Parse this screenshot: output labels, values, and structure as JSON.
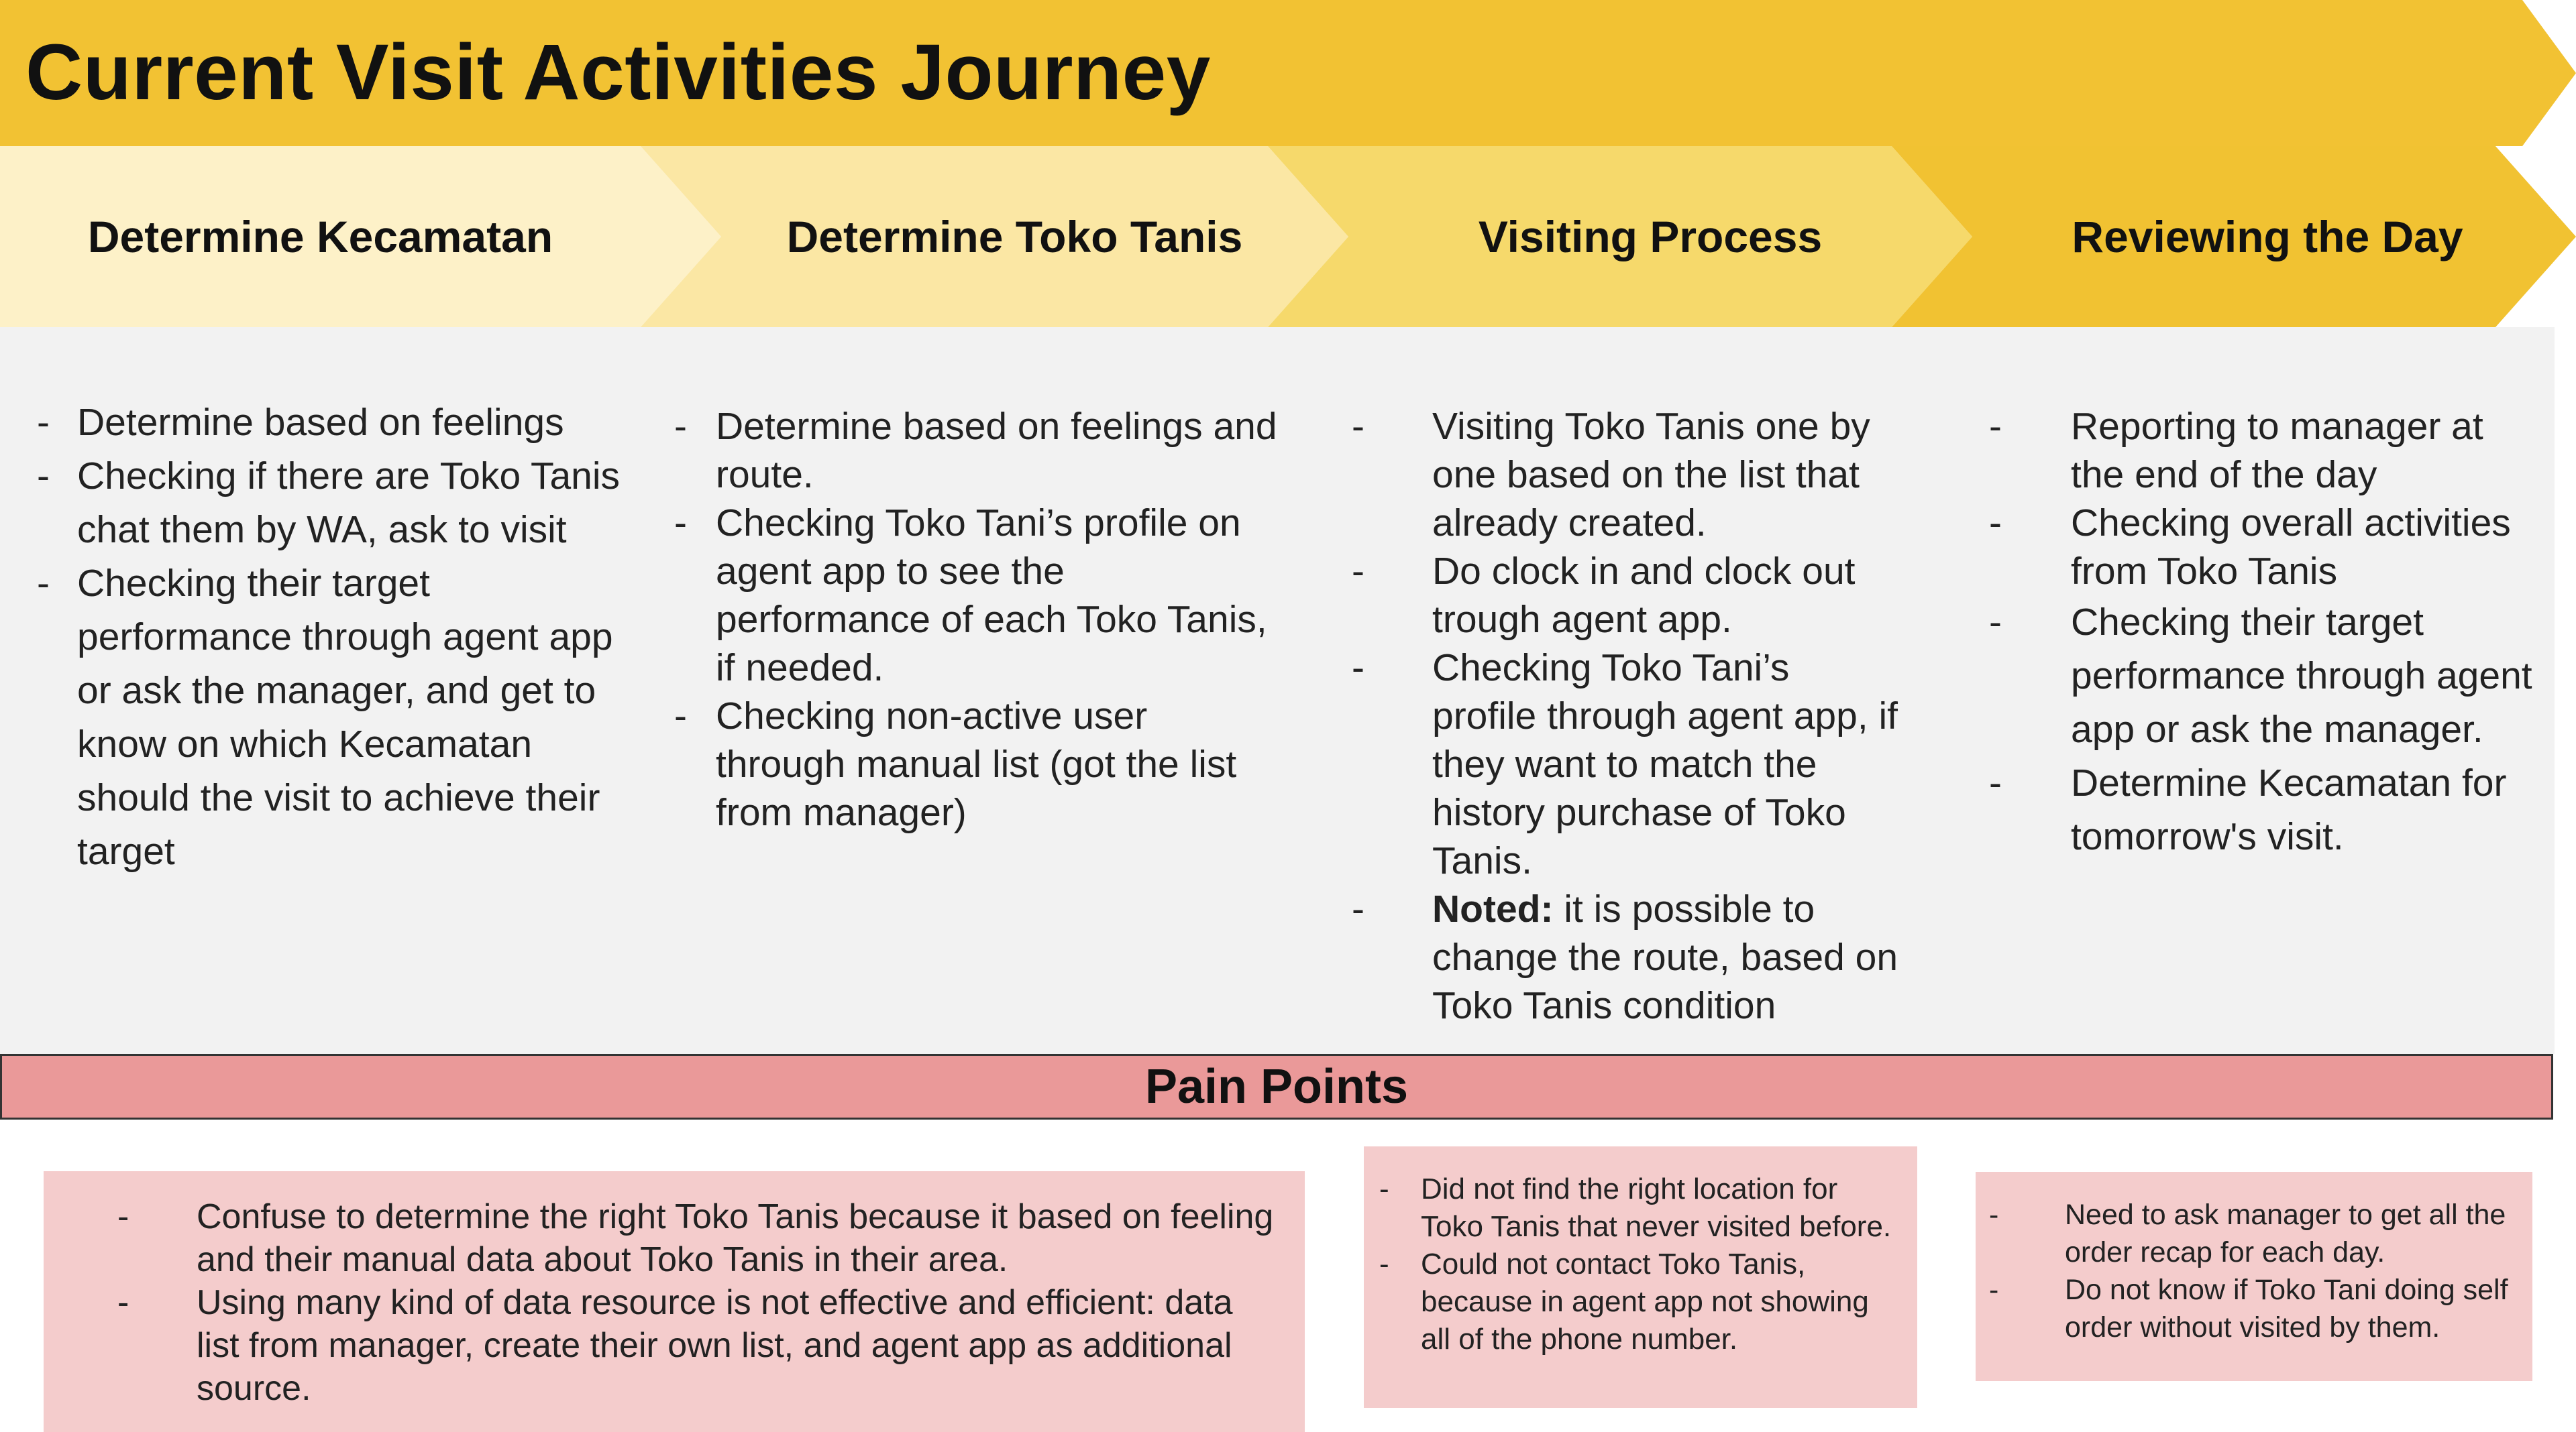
{
  "title": "Current Visit Activities Journey",
  "colors": {
    "banner": "#f2c233",
    "phase_1": "#fdf1c8",
    "phase_2": "#fbe7a4",
    "phase_3": "#f6d96b",
    "phase_4": "#f1c232",
    "activities_background": "#f2f2f2",
    "pain_header": "#ea9999",
    "pain_box": "#f4cccc"
  },
  "phases": [
    {
      "title": "Determine Kecamatan",
      "activities": [
        "Determine based on feelings",
        "Checking if there are Toko Tanis chat them by WA, ask to visit",
        "Checking their target performance through agent app or ask the manager, and get to know on which Kecamatan should the visit to achieve their target"
      ]
    },
    {
      "title": "Determine Toko Tanis",
      "activities": [
        "Determine based on feelings and route.",
        "Checking Toko Tani’s profile on agent app to see the performance of each Toko Tanis, if needed.",
        "Checking non-active user through manual list (got the list from manager)"
      ]
    },
    {
      "title": "Visiting Process",
      "activities": [
        "Visiting Toko Tanis one by one based on the list that already created.",
        "Do clock in and clock out trough agent app.",
        "Checking Toko Tani’s profile through agent app, if they want to match the history purchase of Toko Tanis."
      ],
      "note": {
        "label": "Noted:",
        "text": " it is possible to change the route, based on Toko Tanis condition"
      }
    },
    {
      "title": "Reviewing the Day",
      "activities": [
        "Reporting to manager at the end of the day",
        "Checking overall activities from Toko Tanis",
        "Checking their target performance through agent app or ask the manager.",
        "Determine Kecamatan for tomorrow's visit."
      ]
    }
  ],
  "pain_points_title": "Pain Points",
  "pain_points": [
    [
      "Confuse to determine the right Toko Tanis because it based on feeling and their manual data about Toko Tanis in their area.",
      "Using many kind of data resource is not effective and efficient: data list from manager, create their own list, and agent app as additional source."
    ],
    [
      "Did not find the right location for Toko Tanis that never visited before.",
      "Could not contact Toko Tanis, because in agent app not showing all of the phone number."
    ],
    [
      "Need to ask manager to get all the order recap for each day.",
      "Do not know if Toko Tani doing self order without visited by them."
    ]
  ],
  "bullet": "-"
}
